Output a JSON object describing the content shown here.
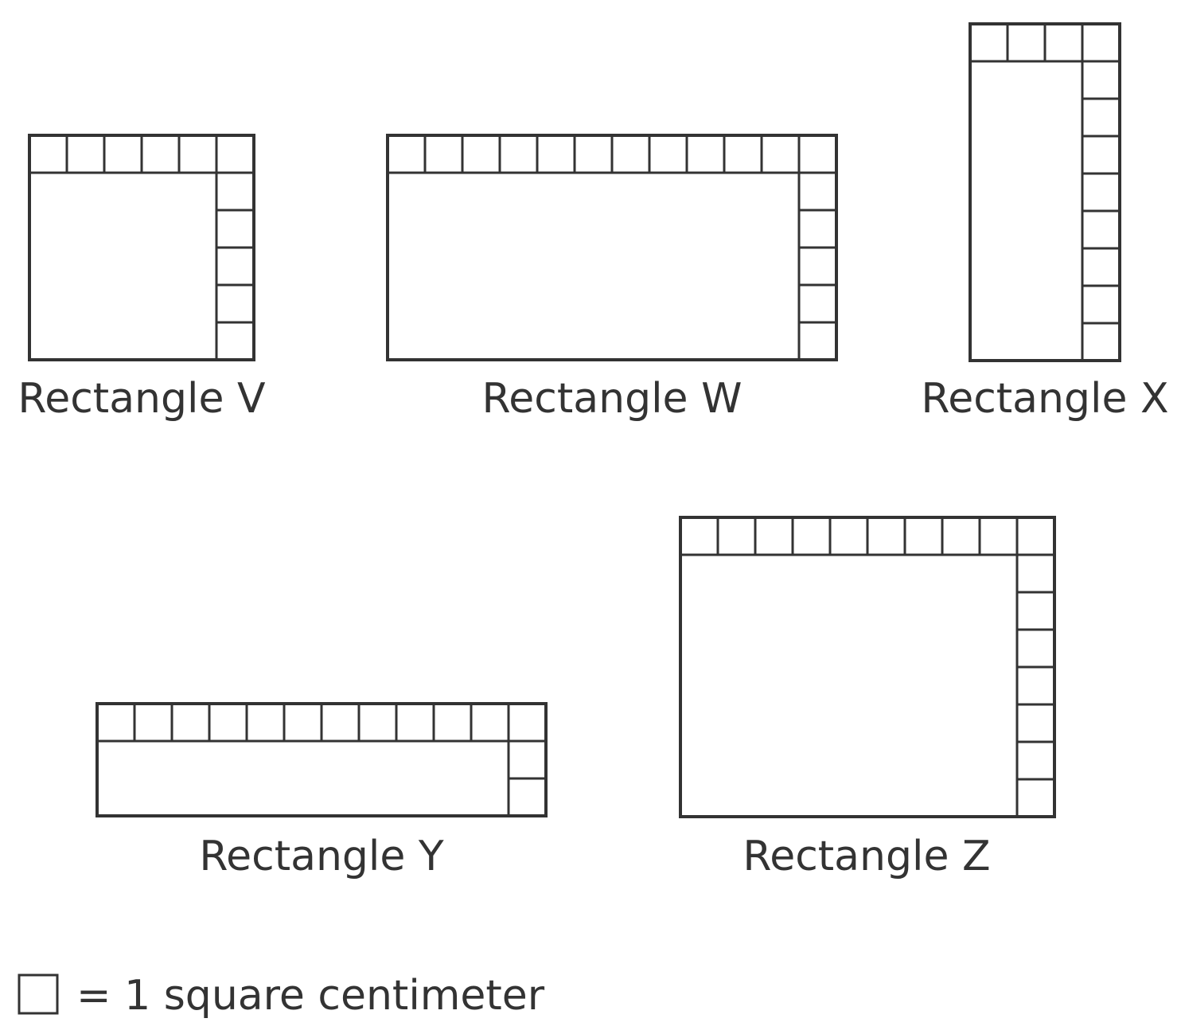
{
  "rectangles": [
    {
      "id": "V",
      "label": "Rectangle V",
      "top_units": 6,
      "side_units": 6
    },
    {
      "id": "W",
      "label": "Rectangle W",
      "top_units": 12,
      "side_units": 6
    },
    {
      "id": "X",
      "label": "Rectangle X",
      "top_units": 4,
      "side_units": 9
    },
    {
      "id": "Y",
      "label": "Rectangle Y",
      "top_units": 12,
      "side_units": 3
    },
    {
      "id": "Z",
      "label": "Rectangle Z",
      "top_units": 10,
      "side_units": 8
    }
  ],
  "legend": {
    "text": "= 1 square centimeter"
  },
  "colors": {
    "stroke": "#333333",
    "background": "#ffffff"
  }
}
